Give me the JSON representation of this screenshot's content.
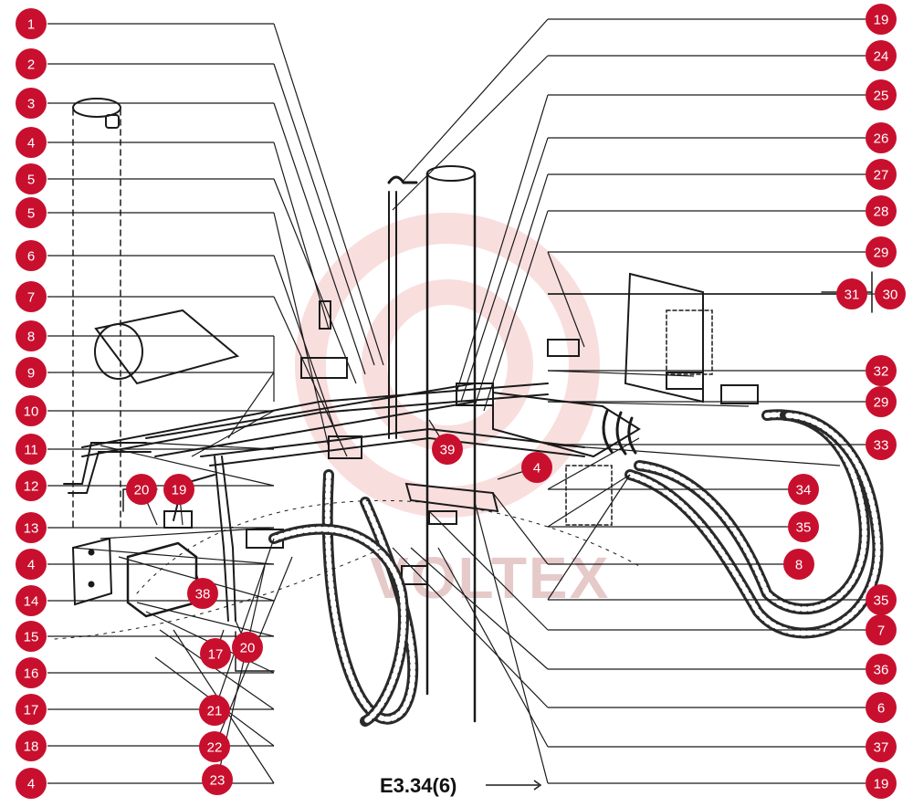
{
  "diagram_code": "E3.34(6)",
  "watermark_text": "VOLTEX",
  "colors": {
    "badge": "#c8102e",
    "badge_text": "#ffffff",
    "ink": "#1a1a1a",
    "watermark": "#f4c6c6"
  },
  "callouts": {
    "left": [
      "1",
      "2",
      "3",
      "4",
      "5",
      "5",
      "6",
      "7",
      "8",
      "9",
      "10",
      "11",
      "12",
      "13",
      "4",
      "14",
      "15",
      "16",
      "17",
      "18",
      "4"
    ],
    "right": [
      "19",
      "24",
      "25",
      "26",
      "27",
      "28",
      "29",
      "30",
      "31",
      "32",
      "29",
      "33",
      "34",
      "35",
      "8",
      "35",
      "7",
      "36",
      "6",
      "37",
      "19"
    ],
    "inline": [
      "20",
      "19",
      "39",
      "4",
      "38",
      "17",
      "20",
      "21",
      "22",
      "23"
    ]
  }
}
